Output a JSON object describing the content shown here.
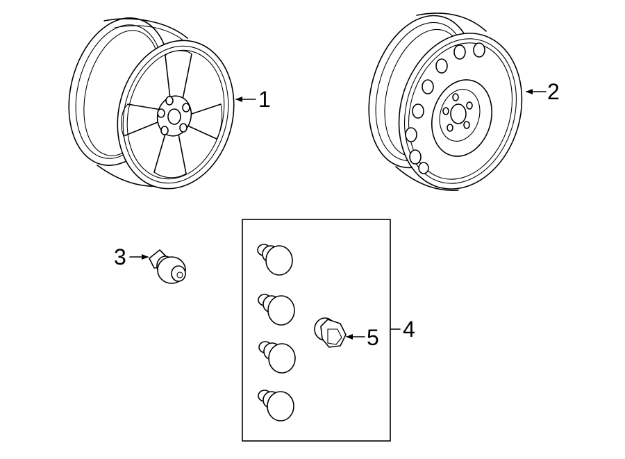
{
  "callouts": {
    "alloy_wheel": "1",
    "spare_wheel": "2",
    "valve_stem": "3",
    "lug_nut_kit": "4",
    "locking_lug_nut": "5"
  }
}
